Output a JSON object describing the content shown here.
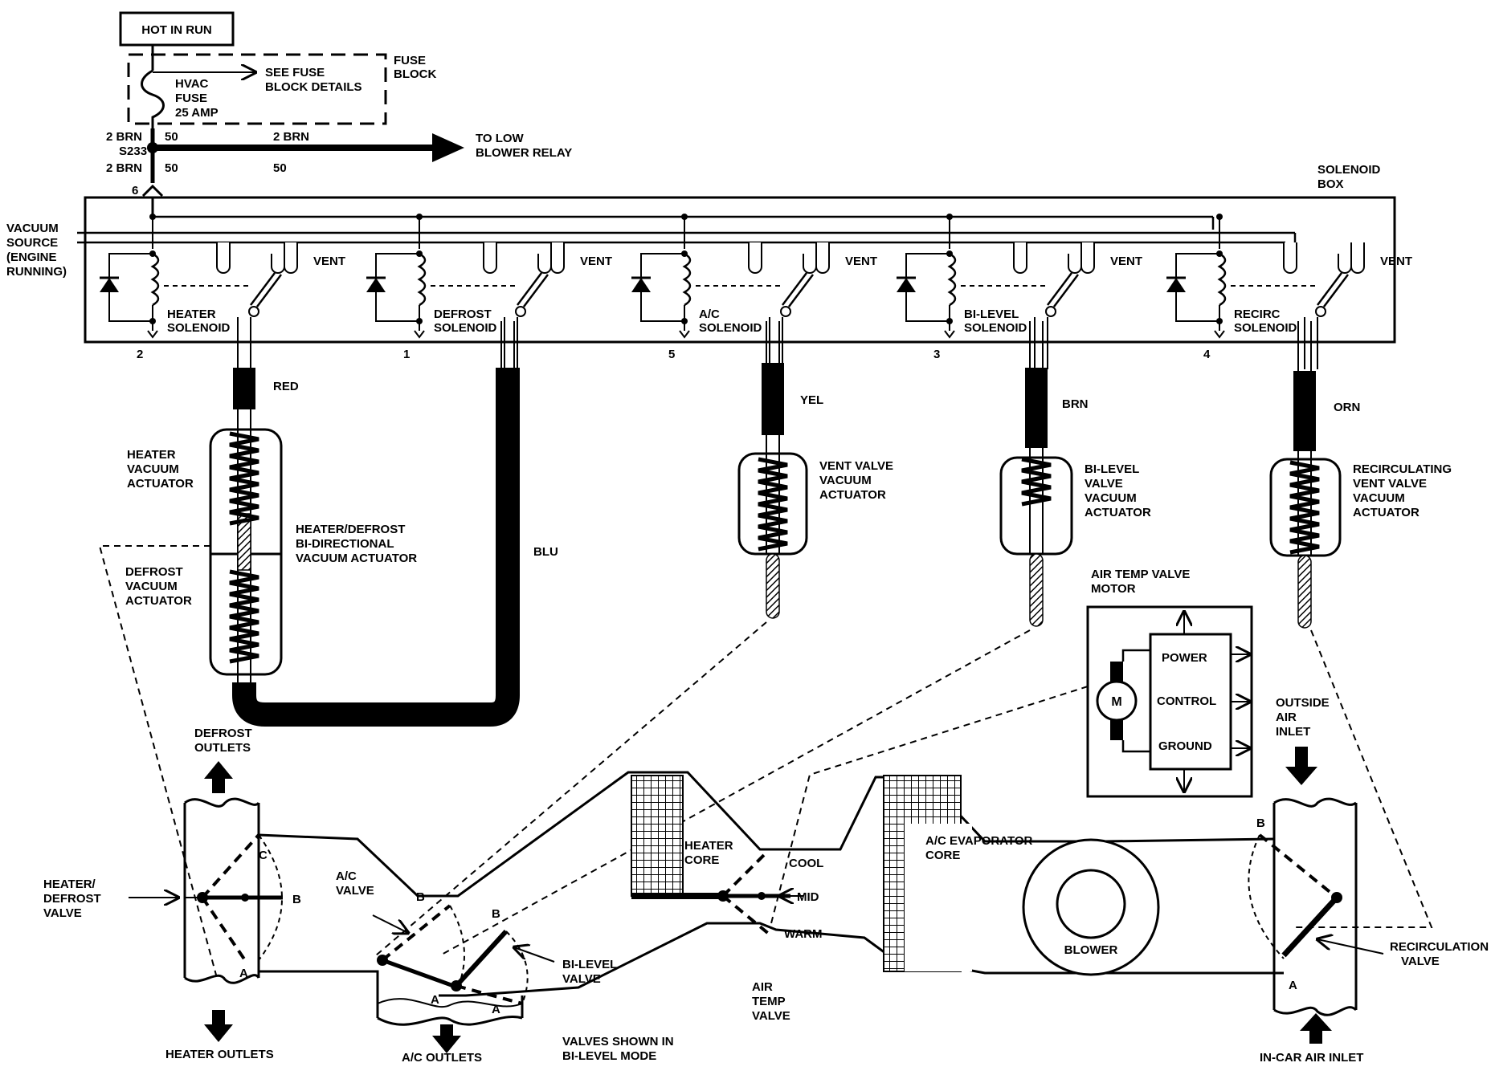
{
  "power": {
    "hot_in_run": "HOT IN RUN",
    "fuse_block": [
      "FUSE",
      "BLOCK"
    ],
    "see_fuse": [
      "SEE FUSE",
      "BLOCK DETAILS"
    ],
    "hvac_fuse": [
      "HVAC",
      "FUSE",
      "25 AMP"
    ],
    "wire_top_left": "2 BRN",
    "wire_top_num": "50",
    "splice": "S233",
    "wire_bottom_left": "2 BRN",
    "wire_bottom_num": "50",
    "wire_run_label": "2 BRN",
    "wire_run_num": "50",
    "to_low": [
      "TO LOW",
      "BLOWER RELAY"
    ],
    "connector_pin": "6"
  },
  "solenoid_box": {
    "label": [
      "SOLENOID",
      "BOX"
    ],
    "vacuum_source": [
      "VACUUM",
      "SOURCE",
      "(ENGINE",
      "RUNNING)"
    ],
    "vent": "VENT",
    "solenoids": [
      {
        "name": [
          "HEATER",
          "SOLENOID"
        ],
        "pin": "2",
        "hose": "RED"
      },
      {
        "name": [
          "DEFROST",
          "SOLENOID"
        ],
        "pin": "1",
        "hose": "BLU"
      },
      {
        "name": [
          "A/C",
          "SOLENOID"
        ],
        "pin": "5",
        "hose": "YEL"
      },
      {
        "name": [
          "BI-LEVEL",
          "SOLENOID"
        ],
        "pin": "3",
        "hose": "BRN"
      },
      {
        "name": [
          "RECIRC",
          "SOLENOID"
        ],
        "pin": "4",
        "hose": "ORN"
      }
    ]
  },
  "actuators": {
    "heater_vacuum": [
      "HEATER",
      "VACUUM",
      "ACTUATOR"
    ],
    "bidirectional": [
      "HEATER/DEFROST",
      "BI-DIRECTIONAL",
      "VACUUM ACTUATOR"
    ],
    "defrost_vacuum": [
      "DEFROST",
      "VACUUM",
      "ACTUATOR"
    ],
    "vent_valve": [
      "VENT VALVE",
      "VACUUM",
      "ACTUATOR"
    ],
    "bi_level_valve": [
      "BI-LEVEL",
      "VALVE",
      "VACUUM",
      "ACTUATOR"
    ],
    "recirculating": [
      "RECIRCULATING",
      "VENT VALVE",
      "VACUUM",
      "ACTUATOR"
    ]
  },
  "air_temp_motor": {
    "title": [
      "AIR TEMP VALVE",
      "MOTOR"
    ],
    "motor": "M",
    "power": "POWER",
    "control": "CONTROL",
    "ground": "GROUND"
  },
  "airflow": {
    "defrost_outlets": [
      "DEFROST",
      "OUTLETS"
    ],
    "heater_defrost_valve": [
      "HEATER/",
      "DEFROST",
      "VALVE"
    ],
    "heater_outlets": "HEATER OUTLETS",
    "ac_valve": [
      "A/C",
      "VALVE"
    ],
    "bi_level_valve": [
      "BI-LEVEL",
      "VALVE"
    ],
    "ac_outlets": "A/C OUTLETS",
    "valves_shown": [
      "VALVES SHOWN IN",
      "BI-LEVEL MODE"
    ],
    "heater_core": [
      "HEATER",
      "CORE"
    ],
    "cool": "COOL",
    "mid": "MID",
    "warm": "WARM",
    "air_temp_valve": [
      "AIR",
      "TEMP",
      "VALVE"
    ],
    "evaporator": [
      "A/C EVAPORATOR",
      "CORE"
    ],
    "blower": "BLOWER",
    "outside_air": [
      "OUTSIDE",
      "AIR",
      "INLET"
    ],
    "recirc_valve": [
      "RECIRCULATION",
      "VALVE"
    ],
    "in_car": "IN-CAR AIR INLET",
    "pos_a": "A",
    "pos_b": "B",
    "pos_c": "C"
  }
}
